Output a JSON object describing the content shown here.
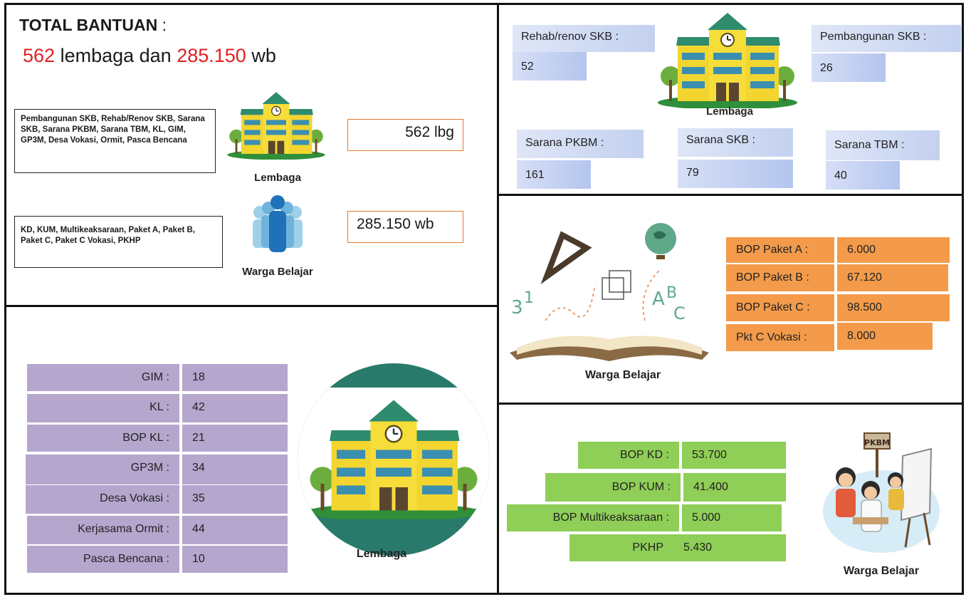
{
  "colors": {
    "red": "#e02020",
    "orange": "#f39b4a",
    "purple": "#b5a6ce",
    "green": "#8fce57",
    "blue": "#c3d1f0",
    "border": "#111111"
  },
  "summary": {
    "title": "TOTAL BANTUAN",
    "title_colon": ":",
    "count_lembaga": "562",
    "text_lembaga": "lembaga dan",
    "count_wb": "285.150",
    "text_wb": "wb",
    "lembaga_desc": "Pembangunan SKB, Rehab/Renov SKB, Sarana SKB, Sarana PKBM, Sarana TBM, KL, GIM, GP3M, Desa Vokasi, Ormit, Pasca Bencana",
    "lembaga_caption": "Lembaga",
    "lembaga_total": "562 lbg",
    "wb_desc": "KD, KUM, Multikeaksaraan, Paket A, Paket B, Paket C, Paket C Vokasi, PKHP",
    "wb_caption": "Warga Belajar",
    "wb_total": "285.150 wb"
  },
  "skb": {
    "caption": "Lembaga",
    "rehab": {
      "label": "Rehab/renov SKB :",
      "value": "52"
    },
    "pembangunan": {
      "label": "Pembangunan SKB :",
      "value": "26"
    },
    "sarana_pkbm": {
      "label": "Sarana PKBM :",
      "value": "161"
    },
    "sarana_skb": {
      "label": "Sarana SKB :",
      "value": "79"
    },
    "sarana_tbm": {
      "label": "Sarana TBM :",
      "value": "40"
    }
  },
  "lembaga_list": {
    "caption": "Lembaga",
    "rows": [
      {
        "label": "GIM :",
        "value": "18"
      },
      {
        "label": "KL :",
        "value": "42"
      },
      {
        "label": "BOP KL :",
        "value": "21"
      },
      {
        "label": "GP3M :",
        "value": "34"
      },
      {
        "label": "Desa Vokasi :",
        "value": "35"
      },
      {
        "label": "Kerjasama Ormit :",
        "value": "44"
      },
      {
        "label": "Pasca Bencana :",
        "value": "10"
      }
    ]
  },
  "paket": {
    "caption": "Warga Belajar",
    "rows": [
      {
        "label": "BOP Paket A :",
        "value": "6.000"
      },
      {
        "label": "BOP Paket B :",
        "value": "67.120"
      },
      {
        "label": "BOP Paket C :",
        "value": "98.500"
      },
      {
        "label": "Pkt C Vokasi :",
        "value": "8.000"
      }
    ]
  },
  "aksara": {
    "caption": "Warga Belajar",
    "sign_text": "PKBM",
    "rows": [
      {
        "label": "BOP KD :",
        "value": "53.700"
      },
      {
        "label": "BOP KUM :",
        "value": "41.400"
      },
      {
        "label": "BOP Multikeaksaraan :",
        "value": "5.000"
      },
      {
        "label": "PKHP",
        "value": "5.430"
      }
    ]
  },
  "icons": [
    "school-building-icon",
    "people-group-icon",
    "open-book-icon",
    "globe-icon",
    "geometry-icon",
    "classroom-illustration-icon"
  ]
}
